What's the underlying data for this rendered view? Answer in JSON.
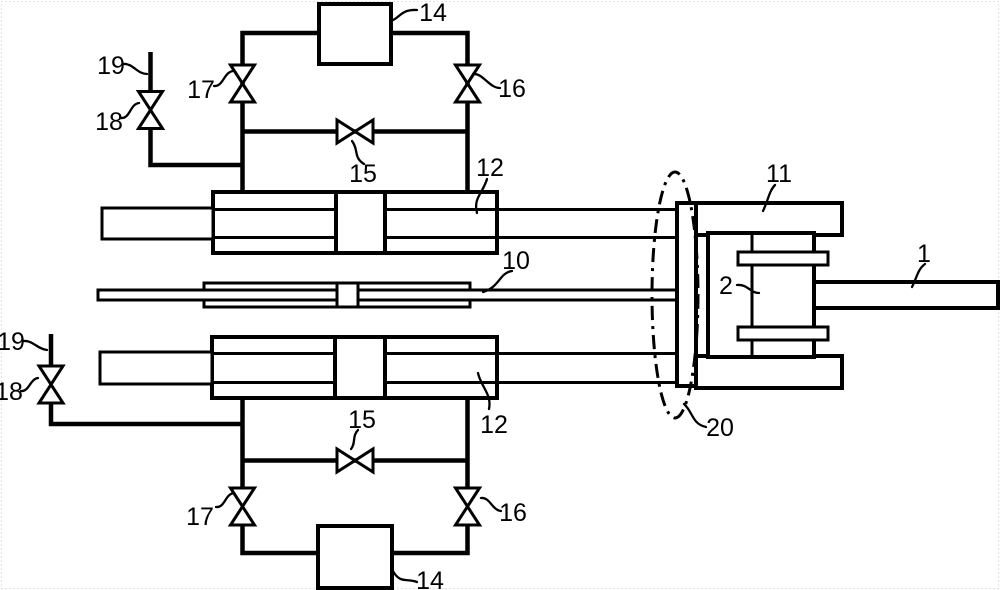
{
  "figure": {
    "palette": {
      "line_color": "#000000",
      "background": "#ffffff"
    },
    "reference_numerals_visible": [
      "1",
      "2",
      "10",
      "11",
      "12",
      "14",
      "15",
      "16",
      "17",
      "18",
      "19",
      "20"
    ],
    "labels": {
      "n14_top": "14",
      "n19_top": "19",
      "n17_top": "17",
      "n18_top": "18",
      "n16_top": "16",
      "n15_top": "15",
      "n12_top": "12",
      "n10": "10",
      "n11": "11",
      "n1": "1",
      "n2": "2",
      "n20": "20",
      "n19_bottom": "19",
      "n18_bottom": "18",
      "n15_bottom": "15",
      "n12_bottom": "12",
      "n17_bottom": "17",
      "n16_bottom": "16",
      "n14_bottom": "14"
    }
  }
}
